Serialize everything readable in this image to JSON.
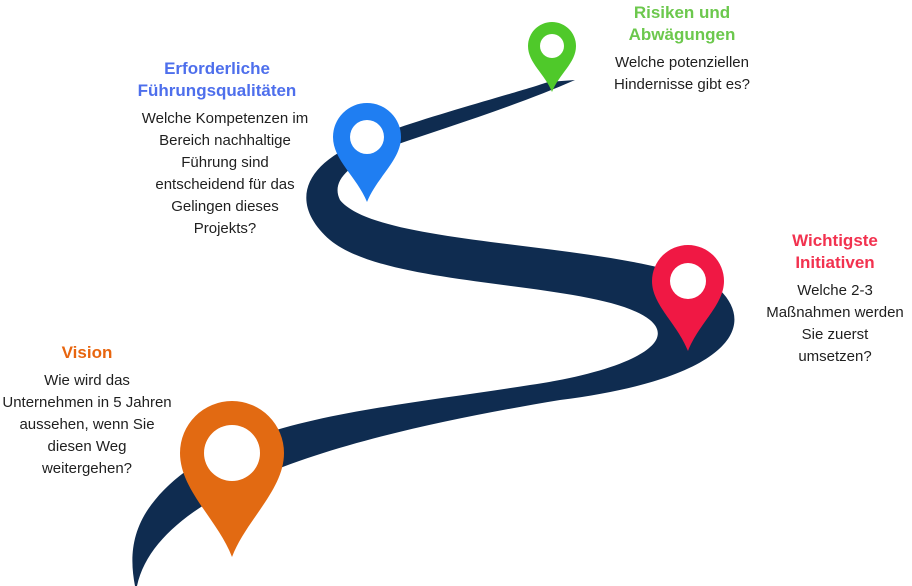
{
  "colors": {
    "road": "#0f2c50",
    "vision": "#e8650e",
    "leadership": "#4e6fec",
    "initiatives": "#f2324f",
    "risks": "#6cc84d",
    "pin_vision": "#e26a12",
    "pin_leadership": "#1f7ef2",
    "pin_initiatives": "#f01844",
    "pin_risks": "#4fc92a"
  },
  "milestones": [
    {
      "id": "vision",
      "title": "Vision",
      "description": "Wie wird das Unternehmen in 5 Jahren aussehen, wenn Sie diesen Weg weitergehen?"
    },
    {
      "id": "leadership",
      "title": "Erforderliche Führungsqualitäten",
      "description": "Welche Kompetenzen im Bereich nachhaltige Führung sind entscheidend für das Gelingen dieses Projekts?"
    },
    {
      "id": "initiatives",
      "title": "Wichtigste Initiativen",
      "description": "Welche 2-3 Maßnahmen werden Sie zuerst umsetzen?"
    },
    {
      "id": "risks",
      "title": "Risiken und Abwägungen",
      "description": "Welche potenziellen Hindernisse gibt es?"
    }
  ]
}
